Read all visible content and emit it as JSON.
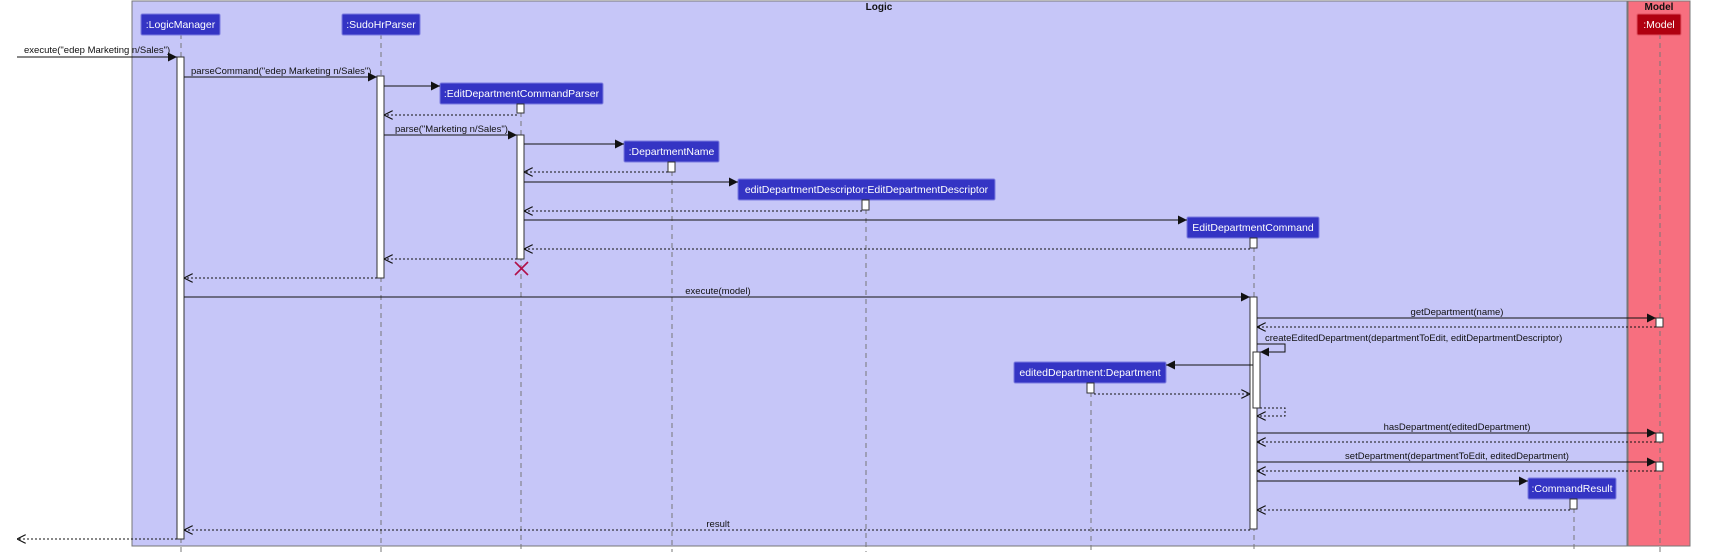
{
  "frames": {
    "logic": {
      "title": "Logic",
      "fill": "#c6c6f8"
    },
    "model": {
      "title": "Model",
      "fill": "#f76f7f"
    }
  },
  "participants": {
    "logic_manager": ":LogicManager",
    "sudo_hr_parser": ":SudoHrParser",
    "edit_department_command_parser": ":EditDepartmentCommandParser",
    "department_name": ":DepartmentName",
    "edit_department_descriptor": "editDepartmentDescriptor:EditDepartmentDescriptor",
    "edit_department_command": "EditDepartmentCommand",
    "edited_department": "editedDepartment:Department",
    "command_result": ":CommandResult",
    "model": ":Model"
  },
  "messages": {
    "execute_command": "execute(\"edep Marketing n/Sales\")",
    "parse_command": "parseCommand(\"edep Marketing n/Sales\")",
    "parse": "parse(\"Marketing n/Sales\")",
    "execute_model": "execute(model)",
    "get_department": "getDepartment(name)",
    "create_edited_department": "createEditedDepartment(departmentToEdit, editDepartmentDescriptor)",
    "has_department": "hasDepartment(editedDepartment)",
    "set_department": "setDepartment(departmentToEdit, editedDepartment)",
    "result": "result"
  },
  "colors": {
    "logic_box": "#3434c4",
    "model_box": "#b00010",
    "destroy_mark": "#b0104a"
  }
}
